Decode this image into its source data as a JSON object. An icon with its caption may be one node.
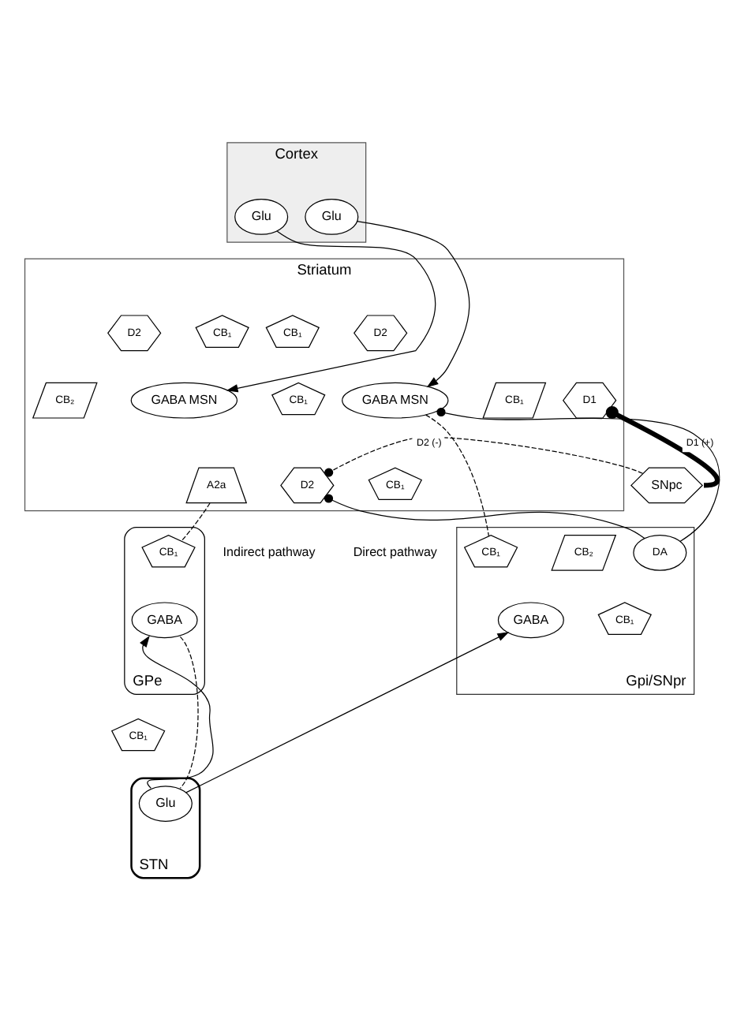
{
  "diagram": {
    "nodes": [
      {
        "text": [
          "Cortex"
        ]
      },
      {
        "text": [
          "Glu"
        ],
        "in": 0
      },
      {
        "text": [
          "Glu"
        ],
        "in": 0
      },
      {
        "text": [
          "Striatum"
        ]
      },
      {
        "text": [
          "CB₁"
        ],
        "in": 3
      },
      {
        "text": [
          "D2"
        ],
        "in": 3
      },
      {
        "text": [
          "GABA MSN"
        ],
        "in": 3
      },
      {
        "text": [
          "CB₂"
        ],
        "in": 3
      },
      {
        "text": [
          "CB₁"
        ],
        "in": 3
      },
      {
        "text": [
          "A2a"
        ],
        "in": 3
      },
      {
        "text": [
          "D2"
        ],
        "in": 3
      },
      {
        "text": [
          "CB₁"
        ],
        "in": 3
      },
      {
        "text": [
          "D2"
        ],
        "in": 3
      },
      {
        "text": [
          "D1"
        ],
        "in": 3
      },
      {
        "text": [
          "GABA MSN"
        ],
        "in": 3
      },
      {
        "text": [
          "CB₁"
        ],
        "in": 3
      },
      {
        "text": [
          "CB₁"
        ],
        "in": 3
      },
      {
        "text": [
          "SNpc"
        ]
      },
      {
        "text": [
          "GPe"
        ]
      },
      {
        "text": [
          "CB₁"
        ],
        "in": 18
      },
      {
        "text": [
          "GABA"
        ],
        "in": 18
      },
      {
        "text": [
          "CB₁"
        ]
      },
      {
        "text": [
          "STN"
        ]
      },
      {
        "text": [
          "Glu"
        ],
        "in": 22
      },
      {
        "text": [
          "Gpi/SNpr"
        ]
      },
      {
        "text": [
          "DA"
        ],
        "in": 24
      },
      {
        "text": [
          "CB₁"
        ],
        "in": 24
      },
      {
        "text": [
          "CB₂"
        ],
        "in": 24
      },
      {
        "text": [
          "GABA"
        ],
        "in": 24
      },
      {
        "text": [
          "CB₁"
        ],
        "in": 24
      }
    ],
    "edges": [
      {
        "from": 1,
        "to": 6,
        "arrow": "to"
      },
      {
        "from": 2,
        "to": 14,
        "arrow": "to"
      },
      {
        "from": 17,
        "to": 10,
        "arrow": "other",
        "label": "D2 (-)",
        "style": "dashed"
      },
      {
        "from": 17,
        "to": 13,
        "arrow": "other",
        "label": "D1 (+)",
        "style": "thick"
      },
      {
        "from": 9,
        "to": 19,
        "arrow": "none",
        "style": "dashed"
      },
      {
        "from": 20,
        "to": 23,
        "arrow": "none",
        "style": "dashed"
      },
      {
        "from": 23,
        "to": 20,
        "arrow": "to"
      },
      {
        "from": 23,
        "to": 28,
        "arrow": "to"
      },
      {
        "from": 25,
        "to": 10,
        "arrow": "other"
      },
      {
        "from": 25,
        "to": 14,
        "arrow": "other"
      },
      {
        "from": 14,
        "to": 26,
        "arrow": "none",
        "style": "dashed"
      }
    ],
    "labels": [
      "Indirect pathway",
      "Direct pathway"
    ]
  }
}
